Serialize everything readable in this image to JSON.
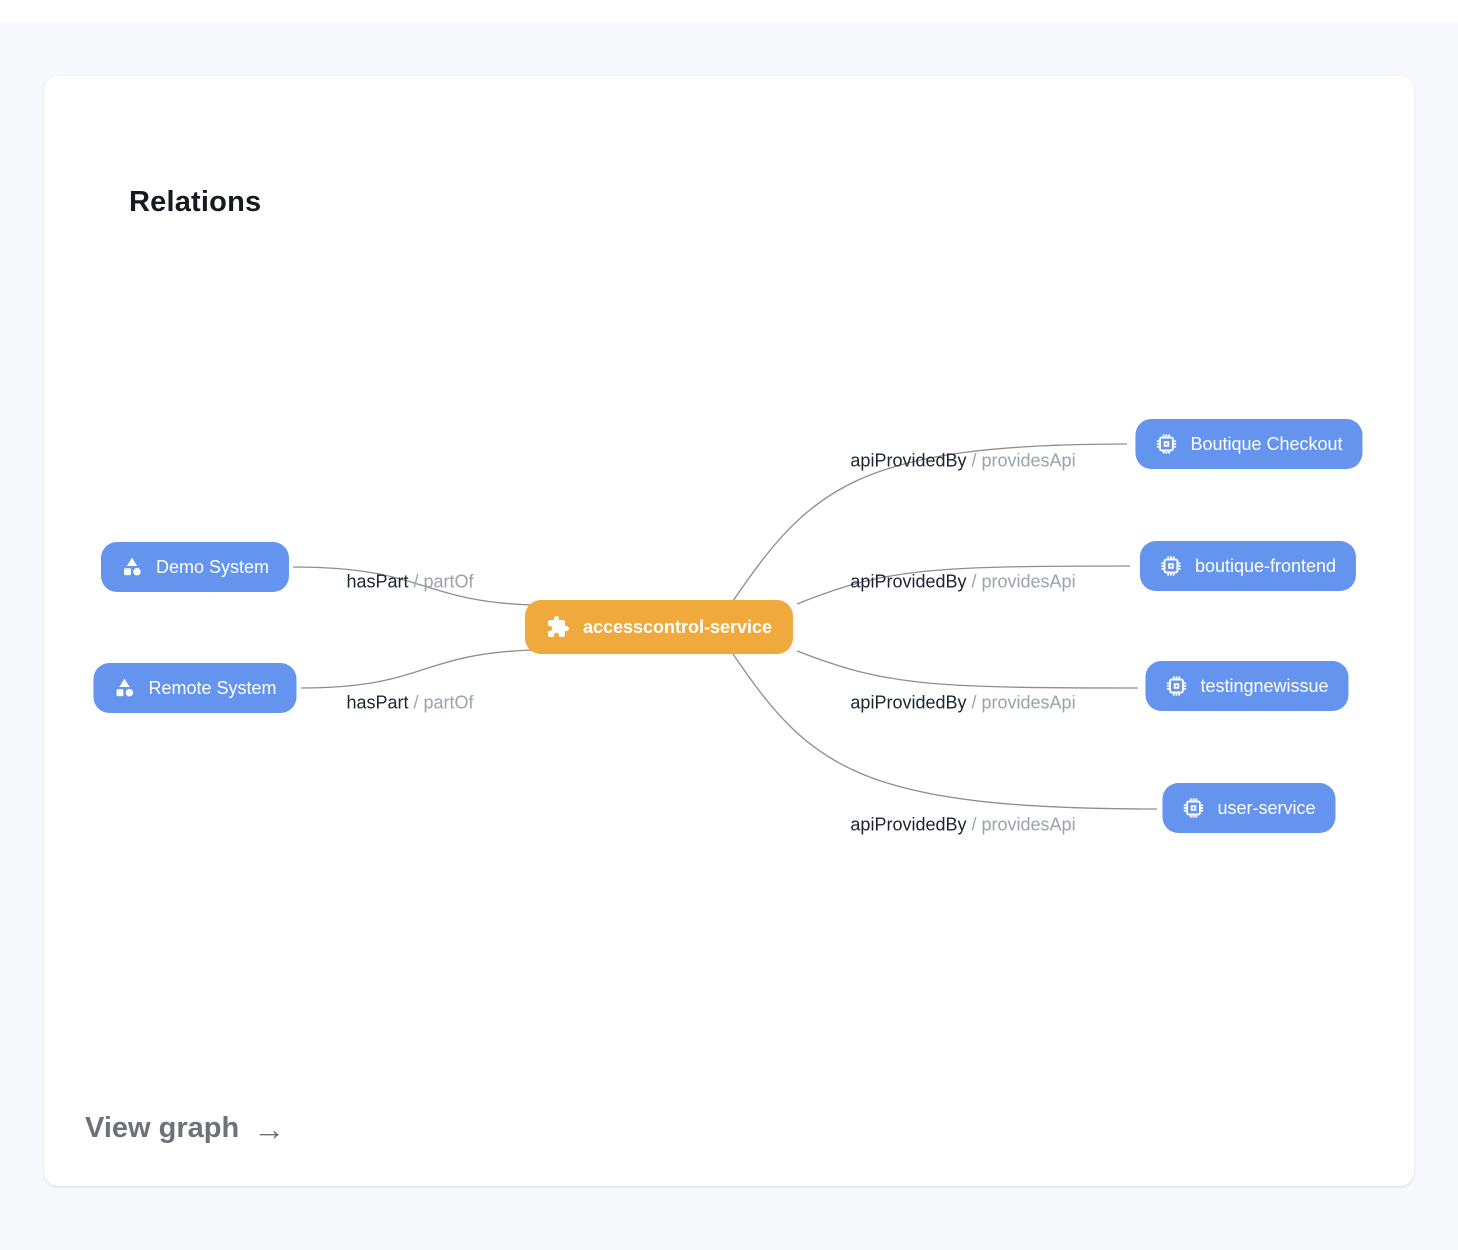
{
  "card": {
    "title": "Relations",
    "footer": {
      "link_label": "View graph",
      "arrow": "→"
    }
  },
  "colors": {
    "service_node": "#efa93d",
    "system_node": "#6494ee",
    "api_node": "#6494ee",
    "edge_line": "#8e8e8e",
    "page_background": "#f6f8fb"
  },
  "graph": {
    "center_node": {
      "label": "accesscontrol-service",
      "type": "service",
      "icon": "puzzle-icon"
    },
    "left_nodes": [
      {
        "label": "Demo System",
        "type": "system",
        "icon": "system-shapes-icon"
      },
      {
        "label": "Remote System",
        "type": "system",
        "icon": "system-shapes-icon"
      }
    ],
    "right_nodes": [
      {
        "label": "Boutique Checkout",
        "type": "api",
        "icon": "chip-icon"
      },
      {
        "label": "boutique-frontend",
        "type": "api",
        "icon": "chip-icon"
      },
      {
        "label": "testingnewissue",
        "type": "api",
        "icon": "chip-icon"
      },
      {
        "label": "user-service",
        "type": "api",
        "icon": "chip-icon"
      }
    ],
    "edges": [
      {
        "from": "Demo System",
        "to": "accesscontrol-service",
        "label": "hasPart",
        "sep": " / ",
        "inverse": "partOf"
      },
      {
        "from": "Remote System",
        "to": "accesscontrol-service",
        "label": "hasPart",
        "sep": " / ",
        "inverse": "partOf"
      },
      {
        "from": "accesscontrol-service",
        "to": "Boutique Checkout",
        "label": "apiProvidedBy",
        "sep": " / ",
        "inverse": "providesApi"
      },
      {
        "from": "accesscontrol-service",
        "to": "boutique-frontend",
        "label": "apiProvidedBy",
        "sep": " / ",
        "inverse": "providesApi"
      },
      {
        "from": "accesscontrol-service",
        "to": "testingnewissue",
        "label": "apiProvidedBy",
        "sep": " / ",
        "inverse": "providesApi"
      },
      {
        "from": "accesscontrol-service",
        "to": "user-service",
        "label": "apiProvidedBy",
        "sep": " / ",
        "inverse": "providesApi"
      }
    ]
  }
}
